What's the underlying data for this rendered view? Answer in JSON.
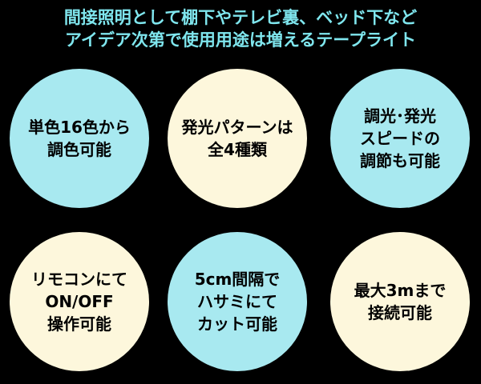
{
  "headline": {
    "line1": "間接照明として棚下やテレビ裏、ベッド下など",
    "line2": "アイデア次第で使用用途は増えるテープライト"
  },
  "colors": {
    "background": "#000000",
    "headline_text": "#7fe6ee",
    "circle_cyan": "#a8e9f0",
    "circle_cream": "#fdf7dc"
  },
  "features": [
    {
      "lines": [
        "単色16色から",
        "調色可能"
      ]
    },
    {
      "lines": [
        "発光パターンは",
        "全4種類"
      ]
    },
    {
      "lines": [
        "調光･発光",
        "スピードの",
        "調節も可能"
      ]
    },
    {
      "lines": [
        "リモコンにて",
        "ON/OFF",
        "操作可能"
      ]
    },
    {
      "lines": [
        "5cm間隔で",
        "ハサミにて",
        "カット可能"
      ]
    },
    {
      "lines": [
        "最大3mまで",
        "接続可能"
      ]
    }
  ]
}
